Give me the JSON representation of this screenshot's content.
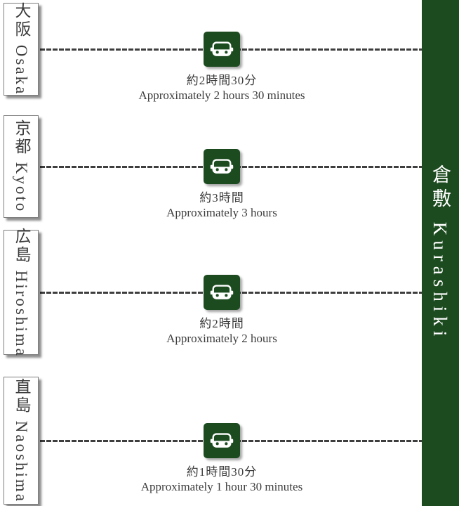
{
  "destination": {
    "label": "倉敷 Kurashiki",
    "name_ja": "倉敷",
    "name_en": "Kurashiki"
  },
  "routes": [
    {
      "city_label": "大阪 Osaka",
      "city_ja": "大阪",
      "city_en": "Osaka",
      "mode_icon": "car-icon",
      "duration_ja": "約2時間30分",
      "duration_en": "Approximately 2 hours 30 minutes"
    },
    {
      "city_label": "京都 Kyoto",
      "city_ja": "京都",
      "city_en": "Kyoto",
      "mode_icon": "car-icon",
      "duration_ja": "約3時間",
      "duration_en": "Approximately 3 hours"
    },
    {
      "city_label": "広島 Hiroshima",
      "city_ja": "広島",
      "city_en": "Hiroshima",
      "mode_icon": "car-icon",
      "duration_ja": "約2時間",
      "duration_en": "Approximately 2 hours"
    },
    {
      "city_label": "直島 Naoshima",
      "city_ja": "直島",
      "city_en": "Naoshima",
      "mode_icon": "car-icon",
      "duration_ja": "約1時間30分",
      "duration_en": "Approximately 1 hour 30 minutes"
    }
  ],
  "colors": {
    "accent_green": "#1d4b20",
    "line_gray": "#3e3e3e",
    "text_gray": "#3c3c3c"
  }
}
